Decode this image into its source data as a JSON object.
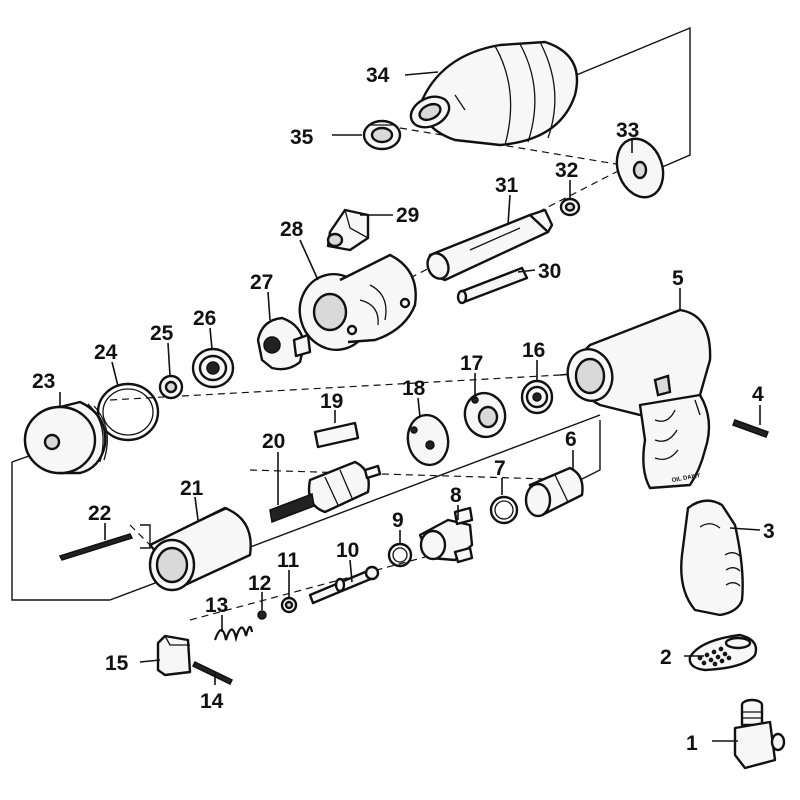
{
  "parts": [
    {
      "number": "1"
    },
    {
      "number": "2"
    },
    {
      "number": "3"
    },
    {
      "number": "4"
    },
    {
      "number": "5"
    },
    {
      "number": "6"
    },
    {
      "number": "7"
    },
    {
      "number": "8"
    },
    {
      "number": "9"
    },
    {
      "number": "10"
    },
    {
      "number": "11"
    },
    {
      "number": "12"
    },
    {
      "number": "13"
    },
    {
      "number": "14"
    },
    {
      "number": "15"
    },
    {
      "number": "16"
    },
    {
      "number": "17"
    },
    {
      "number": "18"
    },
    {
      "number": "19"
    },
    {
      "number": "20"
    },
    {
      "number": "21"
    },
    {
      "number": "22"
    },
    {
      "number": "23"
    },
    {
      "number": "24"
    },
    {
      "number": "25"
    },
    {
      "number": "26"
    },
    {
      "number": "27"
    },
    {
      "number": "28"
    },
    {
      "number": "29"
    },
    {
      "number": "30"
    },
    {
      "number": "31"
    },
    {
      "number": "32"
    },
    {
      "number": "33"
    },
    {
      "number": "34"
    },
    {
      "number": "35"
    }
  ],
  "embossed_text": "OIL DAILY",
  "colors": {
    "line": "#111111",
    "background": "#ffffff"
  }
}
